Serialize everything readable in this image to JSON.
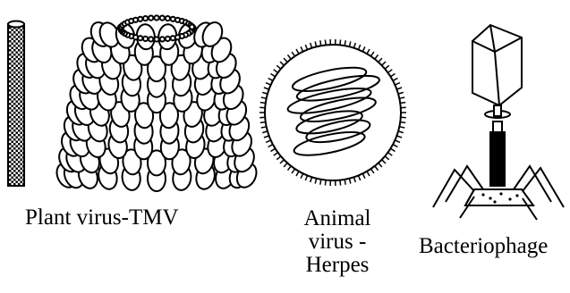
{
  "figure": {
    "captions": {
      "plant": "Plant virus-TMV",
      "animal_line1": "Animal",
      "animal_line2": "virus -",
      "animal_line3": "Herpes",
      "phage": "Bacteriophage"
    },
    "icons": [
      "tmv-rod-icon",
      "tmv-helical-cutaway-icon",
      "herpes-virus-icon",
      "bacteriophage-icon"
    ],
    "colors": {
      "ink": "#000000",
      "background": "#ffffff"
    }
  }
}
